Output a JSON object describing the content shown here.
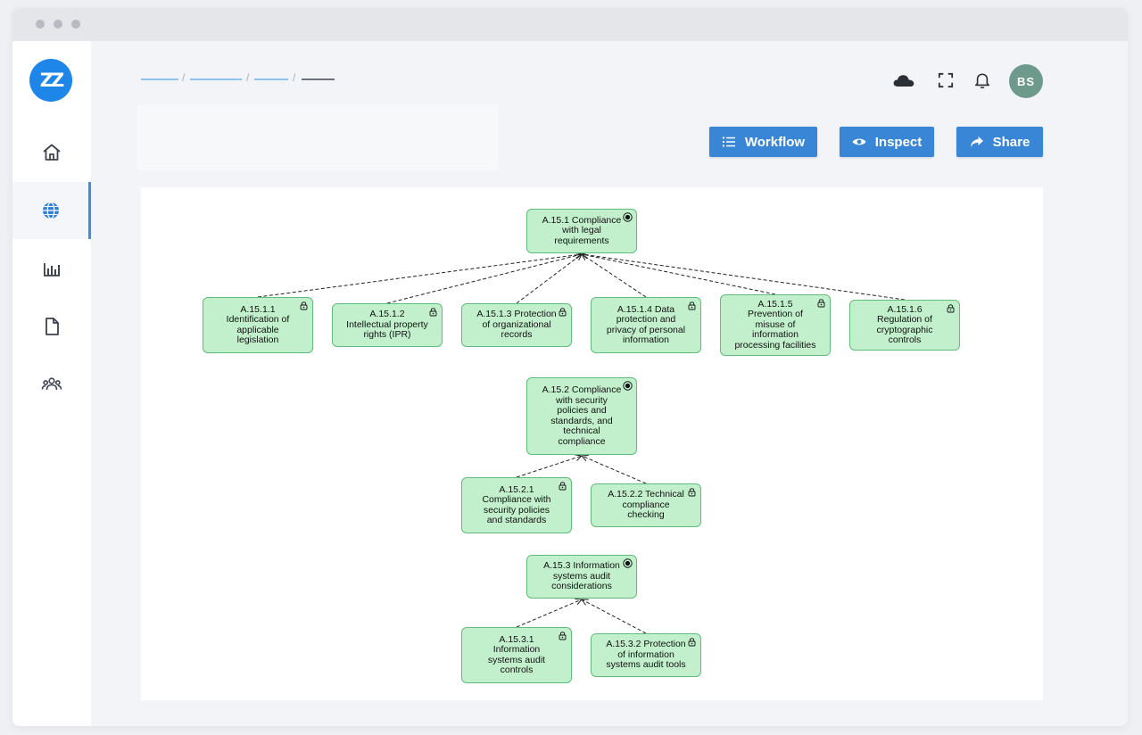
{
  "header": {
    "breadcrumb_colors": [
      "#8fc3ef",
      "#8fc3ef",
      "#8fc3ef",
      "#6d737d"
    ],
    "avatar_initials": "BS",
    "icons": [
      "cloud-icon",
      "fullscreen-icon",
      "bell-icon"
    ]
  },
  "sidebar": {
    "logo": "ZZ",
    "items": [
      {
        "name": "home",
        "icon": "home-icon"
      },
      {
        "name": "globe",
        "icon": "globe-icon",
        "active": true
      },
      {
        "name": "analytics",
        "icon": "bar-chart-icon"
      },
      {
        "name": "documents",
        "icon": "file-icon"
      },
      {
        "name": "users",
        "icon": "users-icon"
      }
    ]
  },
  "toolbar": {
    "workflow_label": "Workflow",
    "inspect_label": "Inspect",
    "share_label": "Share"
  },
  "colors": {
    "accent": "#3a86d6",
    "node_fill": "#c2f0cc",
    "node_border": "#5fbd7b"
  },
  "diagram": {
    "nodes": [
      {
        "id": "n1",
        "type": "goal",
        "text": "A.15.1 Compliance\nwith legal\nrequirements"
      },
      {
        "id": "n11",
        "type": "requirement",
        "text": "A.15.1.1\nIdentification of\napplicable\nlegislation"
      },
      {
        "id": "n12",
        "type": "requirement",
        "text": "A.15.1.2\nIntellectual property\nrights (IPR)"
      },
      {
        "id": "n13",
        "type": "requirement",
        "text": "A.15.1.3 Protection\nof organizational\nrecords"
      },
      {
        "id": "n14",
        "type": "requirement",
        "text": "A.15.1.4 Data\nprotection and\nprivacy of personal\ninformation"
      },
      {
        "id": "n15",
        "type": "requirement",
        "text": "A.15.1.5\nPrevention of\nmisuse of\ninformation\nprocessing facilities"
      },
      {
        "id": "n16",
        "type": "requirement",
        "text": "A.15.1.6\nRegulation of\ncryptographic\ncontrols"
      },
      {
        "id": "n2",
        "type": "goal",
        "text": "A.15.2 Compliance\nwith security\npolicies and\nstandards, and\ntechnical\ncompliance"
      },
      {
        "id": "n21",
        "type": "requirement",
        "text": "A.15.2.1\nCompliance with\nsecurity policies\nand standards"
      },
      {
        "id": "n22",
        "type": "requirement",
        "text": "A.15.2.2 Technical\ncompliance\nchecking"
      },
      {
        "id": "n3",
        "type": "goal",
        "text": "A.15.3 Information\nsystems audit\nconsiderations"
      },
      {
        "id": "n31",
        "type": "requirement",
        "text": "A.15.3.1\nInformation\nsystems audit\ncontrols"
      },
      {
        "id": "n32",
        "type": "requirement",
        "text": "A.15.3.2 Protection\nof information\nsystems audit tools"
      }
    ],
    "edges": [
      [
        "n11",
        "n1"
      ],
      [
        "n12",
        "n1"
      ],
      [
        "n13",
        "n1"
      ],
      [
        "n14",
        "n1"
      ],
      [
        "n15",
        "n1"
      ],
      [
        "n16",
        "n1"
      ],
      [
        "n21",
        "n2"
      ],
      [
        "n22",
        "n2"
      ],
      [
        "n31",
        "n3"
      ],
      [
        "n32",
        "n3"
      ]
    ]
  }
}
